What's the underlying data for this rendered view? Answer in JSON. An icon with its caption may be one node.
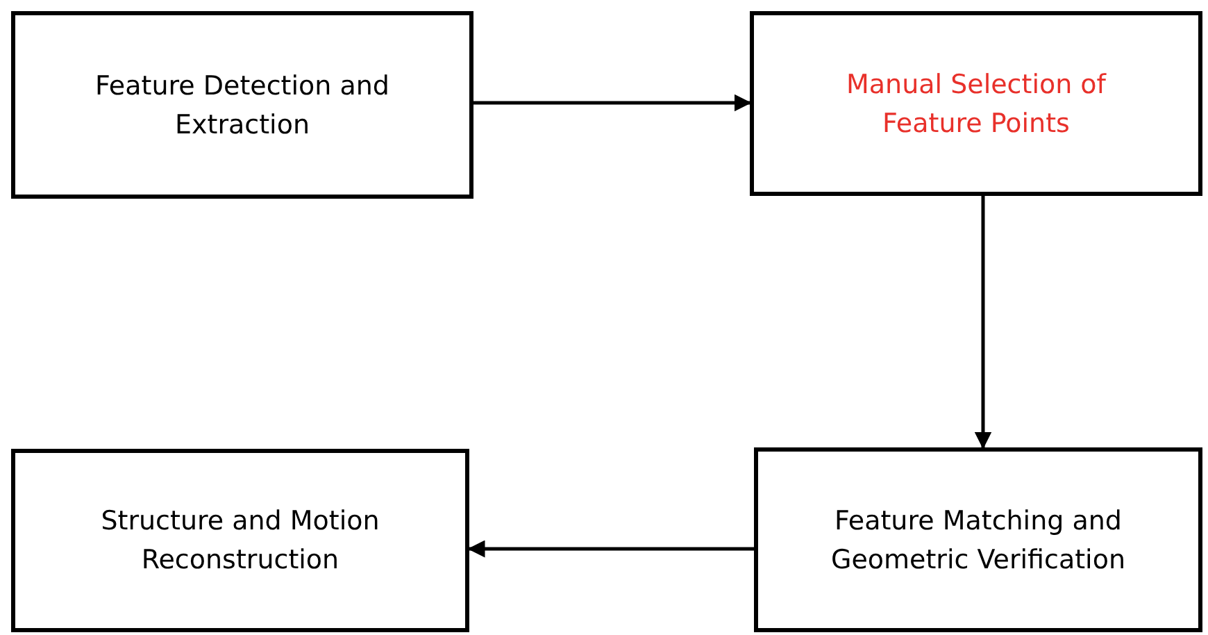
{
  "diagram": {
    "nodes": [
      {
        "text": [
          "Feature Detection and Extraction"
        ]
      },
      {
        "text": [
          "Manual Selection of Feature Points"
        ]
      },
      {
        "text": [
          "Feature Matching and Geometric Verification"
        ]
      },
      {
        "text": [
          "Structure and Motion Reconstruction"
        ]
      }
    ],
    "edges": [
      {
        "from": 0,
        "to": 1,
        "arrow": "to"
      },
      {
        "from": 1,
        "to": 2,
        "arrow": "to"
      },
      {
        "from": 2,
        "to": 3,
        "arrow": "to"
      }
    ]
  }
}
